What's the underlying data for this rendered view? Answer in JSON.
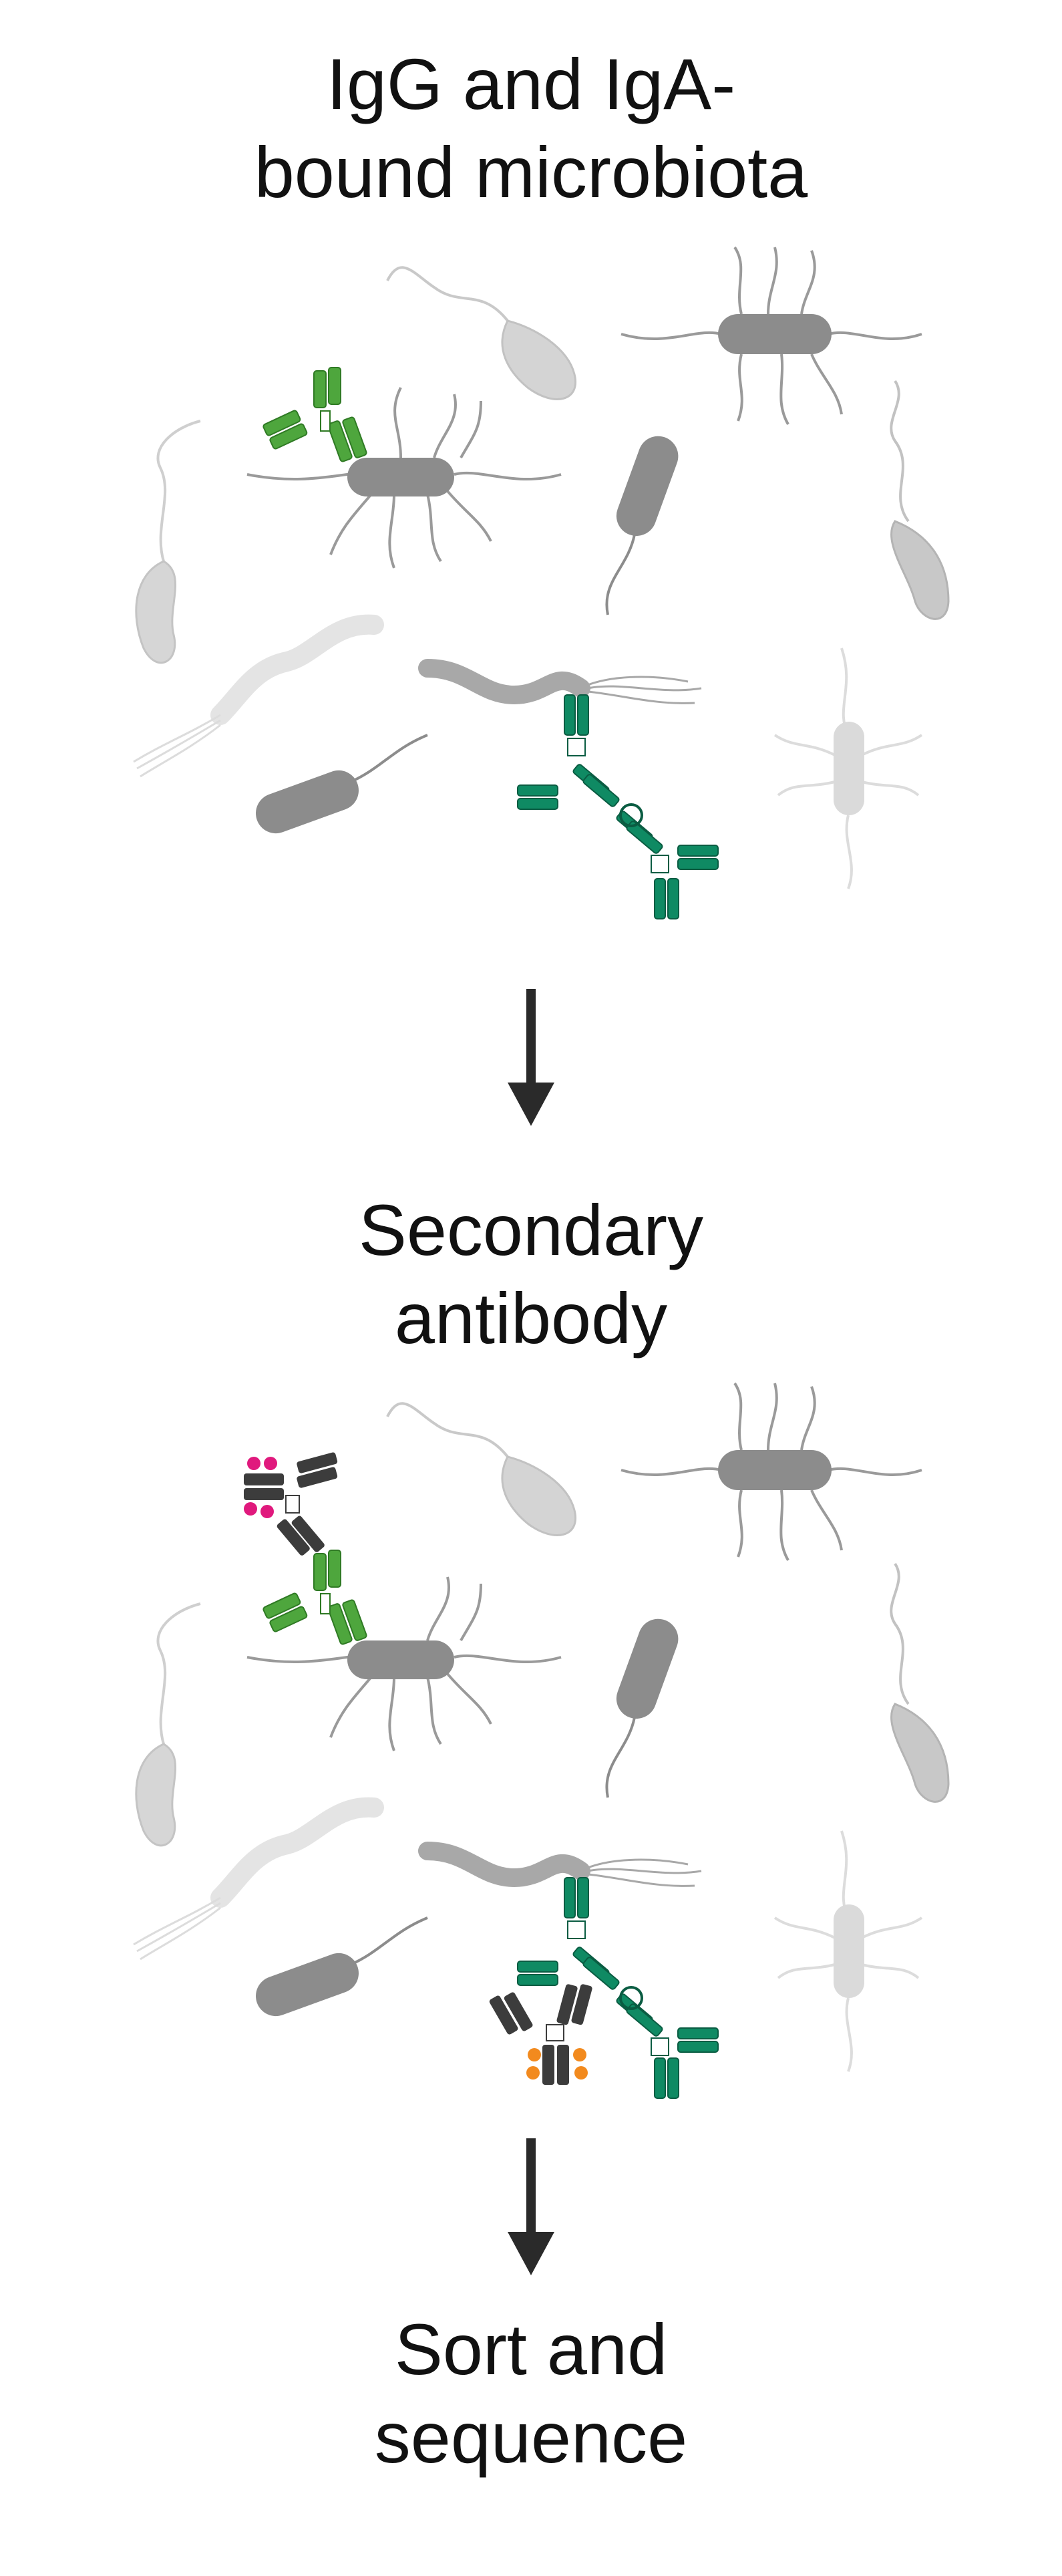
{
  "steps": [
    {
      "line1": "IgG and IgA-",
      "line2": "bound microbiota"
    },
    {
      "line1": "Secondary",
      "line2": "antibody"
    },
    {
      "line1": "Sort and",
      "line2": "sequence"
    }
  ],
  "colors": {
    "bacteria_dark": "#8c8c8c",
    "bacteria_mid": "#a8a8a8",
    "bacteria_light": "#d2d2d2",
    "bacteria_faint": "#e4e4e4",
    "igg_green": "#4ea63d",
    "iga_green": "#0f8a63",
    "secondary_dark": "#3c3c3c",
    "fluor_magenta": "#e0197d",
    "fluor_orange": "#f28a1e",
    "arrow": "#2a2a2a"
  },
  "icons": [
    "rod-bacterium-icon",
    "peritrichous-bacterium-icon",
    "vibrio-bacterium-icon",
    "spirochete-icon",
    "igg-antibody-icon",
    "iga-antibody-icon",
    "secondary-antibody-icon",
    "fluorophore-icon",
    "down-arrow-icon"
  ]
}
